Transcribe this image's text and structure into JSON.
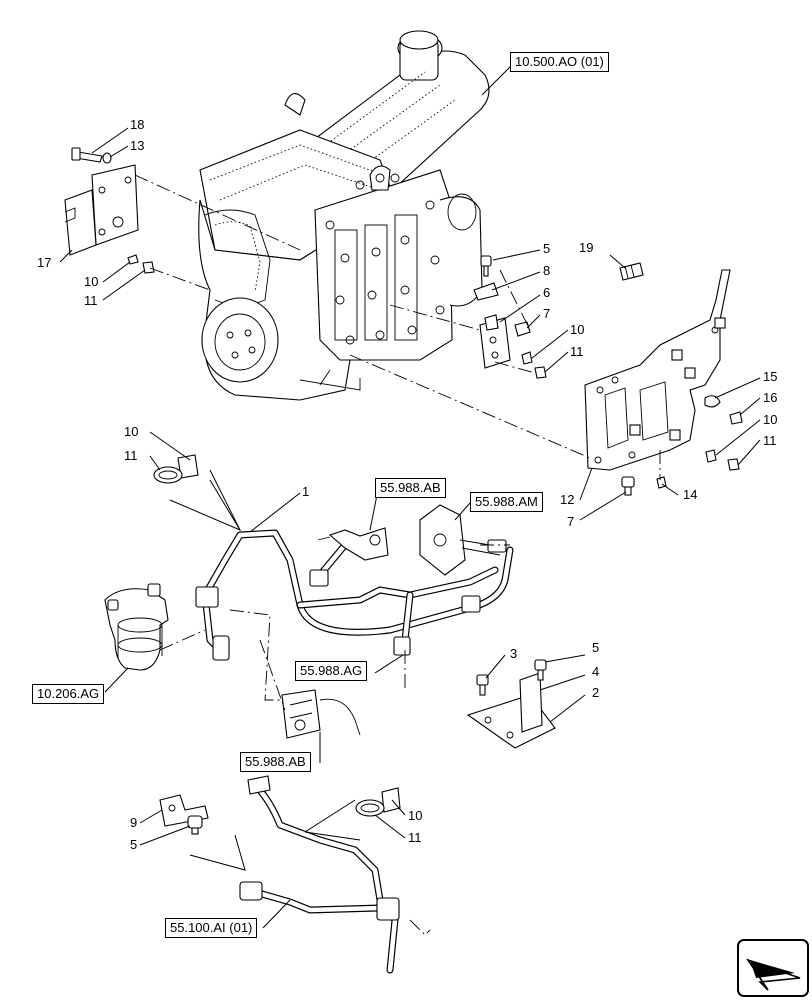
{
  "references": {
    "engine": "10.500.AO (01)",
    "fuel_filter": "10.206.AG",
    "sensor_top": "55.988.AB",
    "actuator": "55.988.AM",
    "connector_mid": "55.988.AG",
    "connector_low": "55.988.AB",
    "lower_harness": "55.100.AI (01)"
  },
  "callouts": {
    "c18": "18",
    "c13": "13",
    "c17": "17",
    "c10a": "10",
    "c11a": "11",
    "c5a": "5",
    "c8": "8",
    "c6": "6",
    "c7a": "7",
    "c10b": "10",
    "c11b": "11",
    "c19": "19",
    "c15": "15",
    "c16": "16",
    "c10c": "10",
    "c11c": "11",
    "c12": "12",
    "c14": "14",
    "c7b": "7",
    "c10d": "10",
    "c11d": "11",
    "c1": "1",
    "c3": "3",
    "c5b": "5",
    "c4": "4",
    "c2": "2",
    "c9": "9",
    "c5c": "5",
    "c10e": "10",
    "c11e": "11"
  },
  "nav_icon": "next-page-arrow-icon"
}
